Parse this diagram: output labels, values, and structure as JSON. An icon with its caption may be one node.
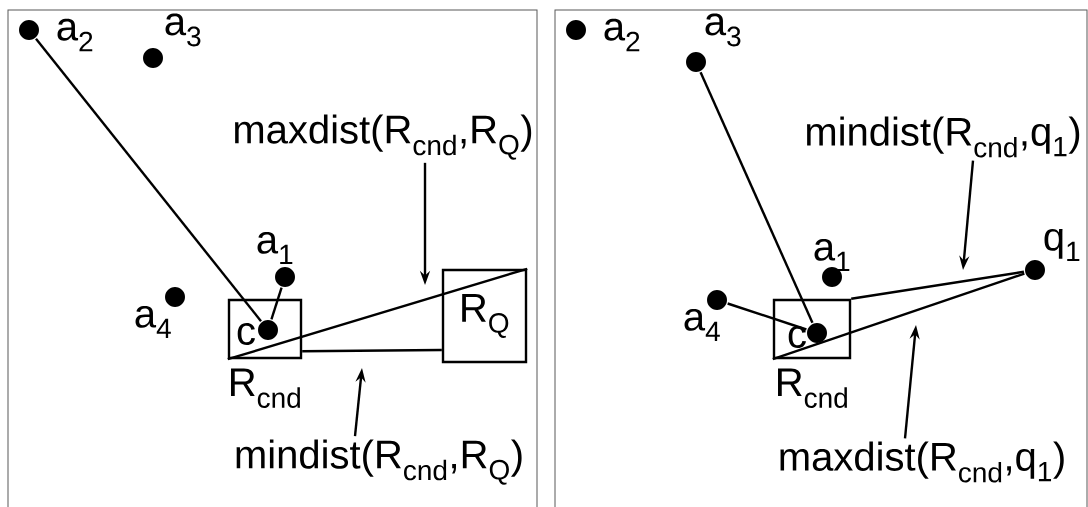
{
  "diagram": {
    "nodes": [
      {
        "text": [],
        "shape": "circle",
        "beside": [
          "a$_{2}$"
        ]
      },
      {
        "text": [],
        "shape": "circle",
        "beside": [
          "a$_{3}$"
        ]
      },
      {
        "text": [
          "maxdist(R$_{cnd}$,R$_{Q}$)"
        ]
      },
      {
        "text": [],
        "shape": "circle",
        "beside": [
          "a$_{1}$"
        ]
      },
      {
        "text": [],
        "shape": "circle",
        "beside": [
          "a$_{4}$"
        ]
      },
      {
        "text": [
          "R$_{cnd}$"
        ]
      },
      {
        "text": [],
        "shape": "circle",
        "beside": [
          "c"
        ],
        "in": 5
      },
      {
        "text": [
          "R$_{Q}$"
        ]
      },
      {
        "text": [
          "mindist(R$_{cnd}$,R$_{Q}$)"
        ]
      },
      {
        "text": [],
        "shape": "circle",
        "beside": [
          "a$_{2}$"
        ]
      },
      {
        "text": [],
        "shape": "circle",
        "beside": [
          "a$_{3}$"
        ]
      },
      {
        "text": [
          "mindist(R$_{cnd}$,q$_{1}$)"
        ]
      },
      {
        "text": [],
        "shape": "circle",
        "beside": [
          "q$_{1}$"
        ]
      },
      {
        "text": [],
        "shape": "circle",
        "beside": [
          "a$_{1}$"
        ]
      },
      {
        "text": [],
        "shape": "circle",
        "beside": [
          "a$_{4}$"
        ]
      },
      {
        "text": [
          "R$_{cnd}$"
        ]
      },
      {
        "text": [],
        "shape": "circle",
        "beside": [
          "c"
        ],
        "in": 15
      },
      {
        "text": [
          "maxdist(R$_{cnd}$,q$_{1}$)"
        ]
      }
    ],
    "edges": [
      {
        "from": 0,
        "to": 6,
        "arrow": "none"
      },
      {
        "from": 3,
        "to": 6,
        "arrow": "none"
      },
      {
        "from": 5,
        "to": 7,
        "arrow": "none"
      },
      {
        "from": 5,
        "to": 7,
        "arrow": "none"
      },
      {
        "from": 2,
        "to": null,
        "arrow": "to"
      },
      {
        "from": 8,
        "to": null,
        "arrow": "to"
      },
      {
        "from": 10,
        "to": 16,
        "arrow": "none"
      },
      {
        "from": 14,
        "to": 16,
        "arrow": "none"
      },
      {
        "from": 15,
        "to": 12,
        "arrow": "none"
      },
      {
        "from": 15,
        "to": 12,
        "arrow": "none"
      },
      {
        "from": 11,
        "to": null,
        "arrow": "to"
      },
      {
        "from": 17,
        "to": null,
        "arrow": "to"
      }
    ]
  }
}
